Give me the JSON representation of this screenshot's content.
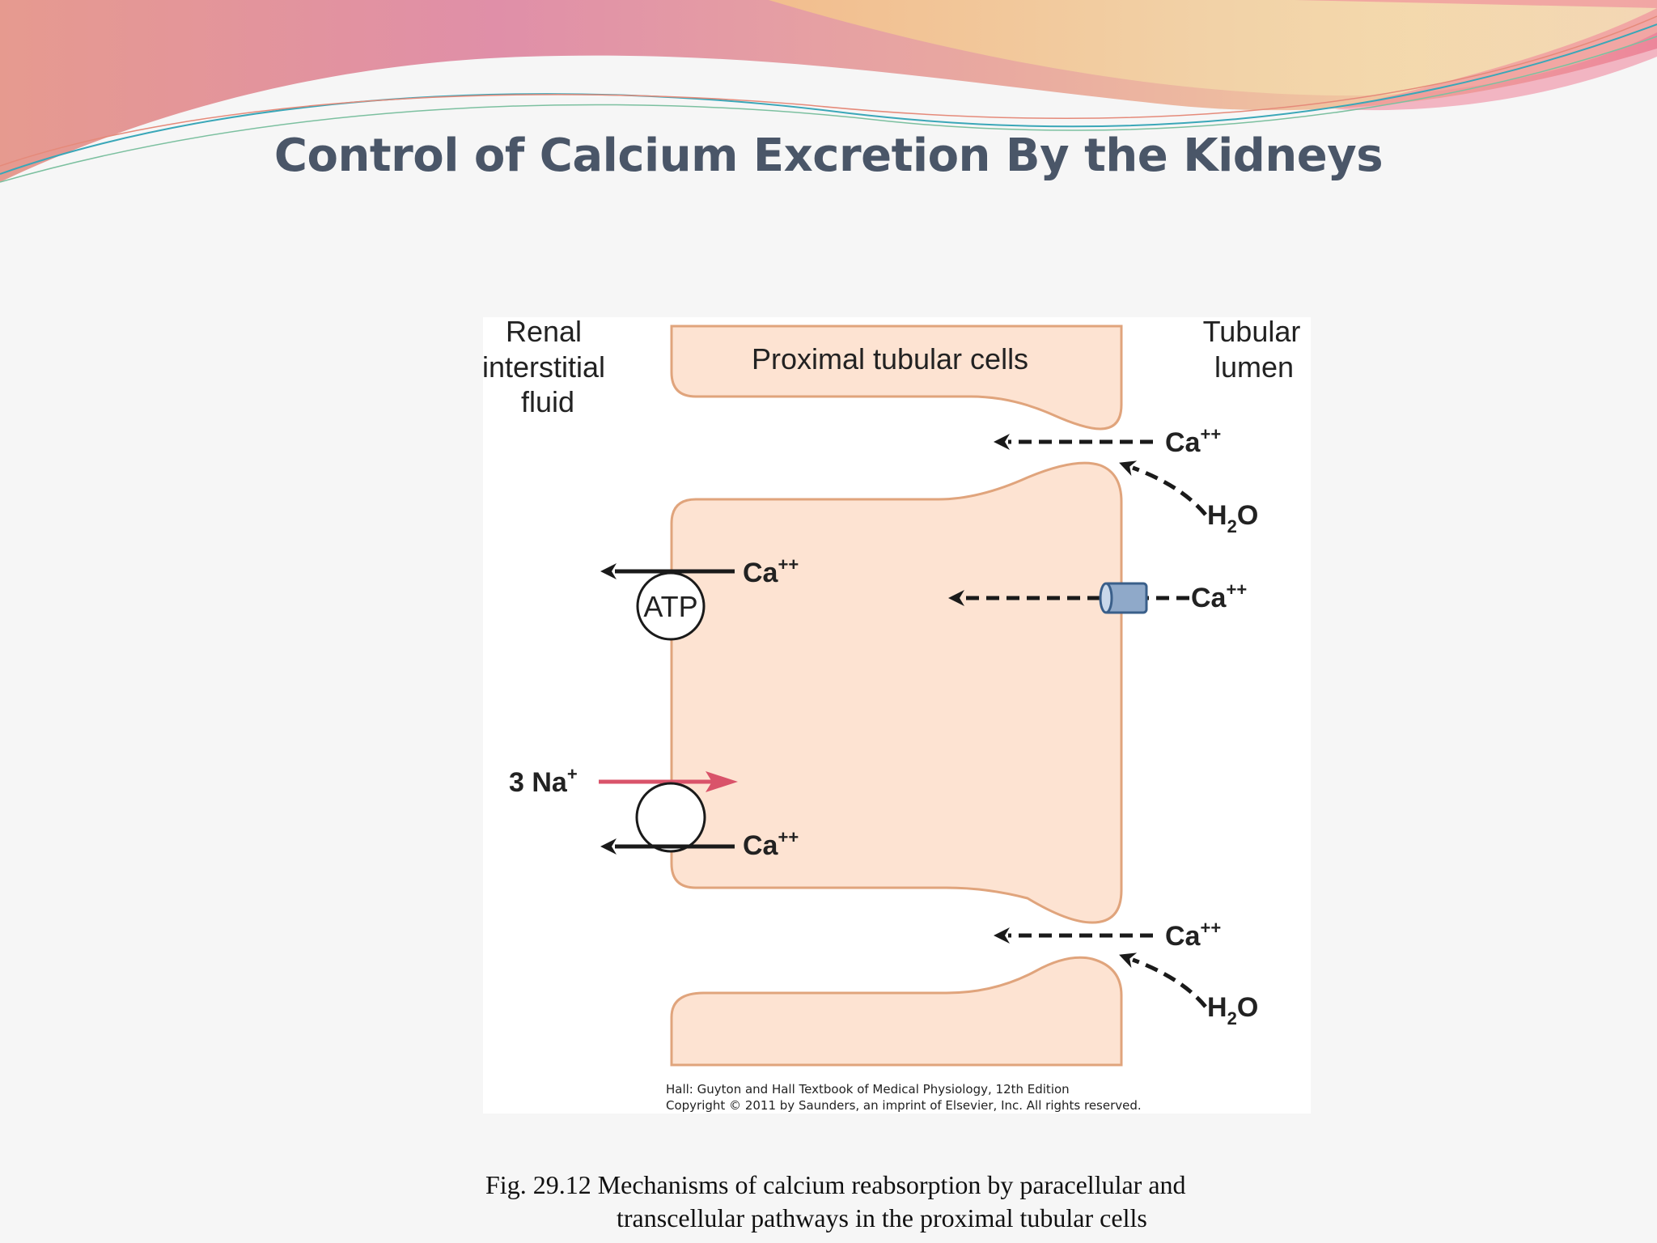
{
  "slide": {
    "title": "Control of Calcium Excretion By the Kidneys"
  },
  "figure": {
    "labels": {
      "renal_interstitial_fluid": [
        "Renal",
        "interstitial",
        "fluid"
      ],
      "proximal_tubular_cells": "Proximal tubular cells",
      "tubular_lumen": [
        "Tubular",
        "lumen"
      ]
    },
    "ions": {
      "calcium": "Ca",
      "calcium_charge": "++",
      "sodium": "3 Na",
      "sodium_charge": "+",
      "water_h": "H",
      "water_sub": "2",
      "water_o": "O"
    },
    "atp_label": "ATP",
    "credit": [
      "Hall: Guyton and Hall Textbook of Medical Physiology, 12th Edition",
      "Copyright © 2011 by Saunders, an imprint of Elsevier, Inc. All rights reserved."
    ],
    "colors": {
      "cell_fill": "#fde3d2",
      "cell_stroke": "#e0a47c",
      "arrow": "#1a1a1a",
      "sodium_arrow": "#d9536a",
      "channel": "#8fa9c9"
    }
  },
  "caption": {
    "line1": "Fig. 29.12  Mechanisms of calcium reabsorption by paracellular and",
    "line2": "transcellular pathways in the proximal tubular cells"
  }
}
